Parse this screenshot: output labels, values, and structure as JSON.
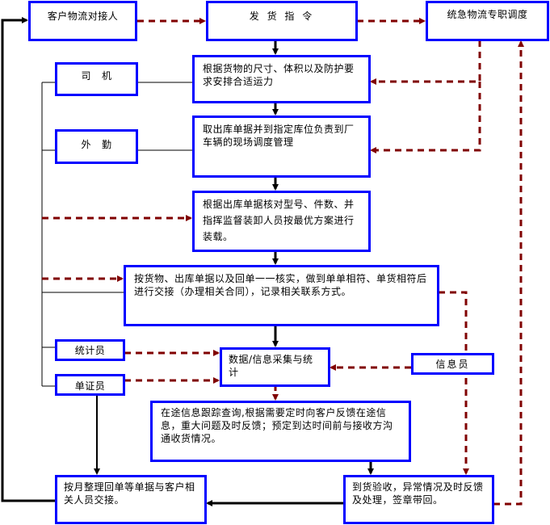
{
  "title": "物流业务流程图",
  "colors": {
    "box_border": "#0000ff",
    "solid_line": "#000000",
    "dashed_line": "#800000"
  },
  "nodes": {
    "customer_contact": "客户物流对接人",
    "shipping_order": "发 货 指 令",
    "dispatcher": "统急物流专职调度",
    "driver": "司   机",
    "field_staff": "外   勤",
    "arrange_transport": "根据货物的尺寸、体积以及防护要求安排合适运力",
    "warehouse_dispatch": "取出库单据并到指定库位负责到厂车辆的现场调度管理",
    "check_loading": "根据出库单据核对型号、件数、并指挥监督装卸人员按最优方案进行装载。",
    "handover": "按货物、出库单据以及回单一一核实，做到单单相符、单货相符后进行交接（办理相关合同），记录相关联系方式。",
    "statistician": "统计员",
    "document_clerk": "单证员",
    "data_collection": "数据/信息采集与统计",
    "info_officer": "信息员",
    "transit_tracking": "在途信息跟踪查询,根据需要定时向客户反馈在途信息，重大问题及时反馈；预定到达时间前与接收方沟通收货情况。",
    "monthly_receipts": "按月整理回单等单据与客户相关人员交接。",
    "delivery_acceptance": "到货验收，异常情况及时反馈及处理，签章带回。"
  },
  "edges": [
    {
      "from": "customer_contact",
      "to": "shipping_order",
      "style": "dashed"
    },
    {
      "from": "shipping_order",
      "to": "dispatcher",
      "style": "dashed"
    },
    {
      "from": "shipping_order",
      "to": "arrange_transport",
      "style": "solid"
    },
    {
      "from": "arrange_transport",
      "to": "warehouse_dispatch",
      "style": "solid"
    },
    {
      "from": "warehouse_dispatch",
      "to": "check_loading",
      "style": "solid"
    },
    {
      "from": "check_loading",
      "to": "handover",
      "style": "solid"
    },
    {
      "from": "handover",
      "to": "data_collection",
      "style": "solid"
    },
    {
      "from": "dispatcher",
      "to": "arrange_transport",
      "style": "dashed"
    },
    {
      "from": "dispatcher",
      "to": "warehouse_dispatch",
      "style": "dashed"
    },
    {
      "from": "driver",
      "to": "arrange_transport",
      "style": "line"
    },
    {
      "from": "field_staff",
      "to": "warehouse_dispatch",
      "style": "line"
    },
    {
      "from": "left_bus",
      "to": "check_loading",
      "style": "dashed"
    },
    {
      "from": "left_bus",
      "to": "handover",
      "style": "dashed"
    },
    {
      "from": "statistician",
      "to": "data_collection",
      "style": "dashed"
    },
    {
      "from": "document_clerk",
      "to": "data_collection",
      "style": "dashed"
    },
    {
      "from": "info_officer",
      "to": "data_collection",
      "style": "dashed"
    },
    {
      "from": "handover",
      "to": "delivery_acceptance",
      "style": "dashed"
    },
    {
      "from": "data_collection",
      "to": "transit_tracking",
      "style": "dashed"
    },
    {
      "from": "transit_tracking",
      "to": "delivery_acceptance",
      "style": "solid"
    },
    {
      "from": "document_clerk",
      "to": "monthly_receipts",
      "style": "solid"
    },
    {
      "from": "delivery_acceptance",
      "to": "monthly_receipts",
      "style": "solid"
    },
    {
      "from": "monthly_receipts",
      "to": "customer_contact",
      "style": "solid"
    },
    {
      "from": "delivery_acceptance",
      "to": "dispatcher",
      "style": "dashed"
    }
  ]
}
